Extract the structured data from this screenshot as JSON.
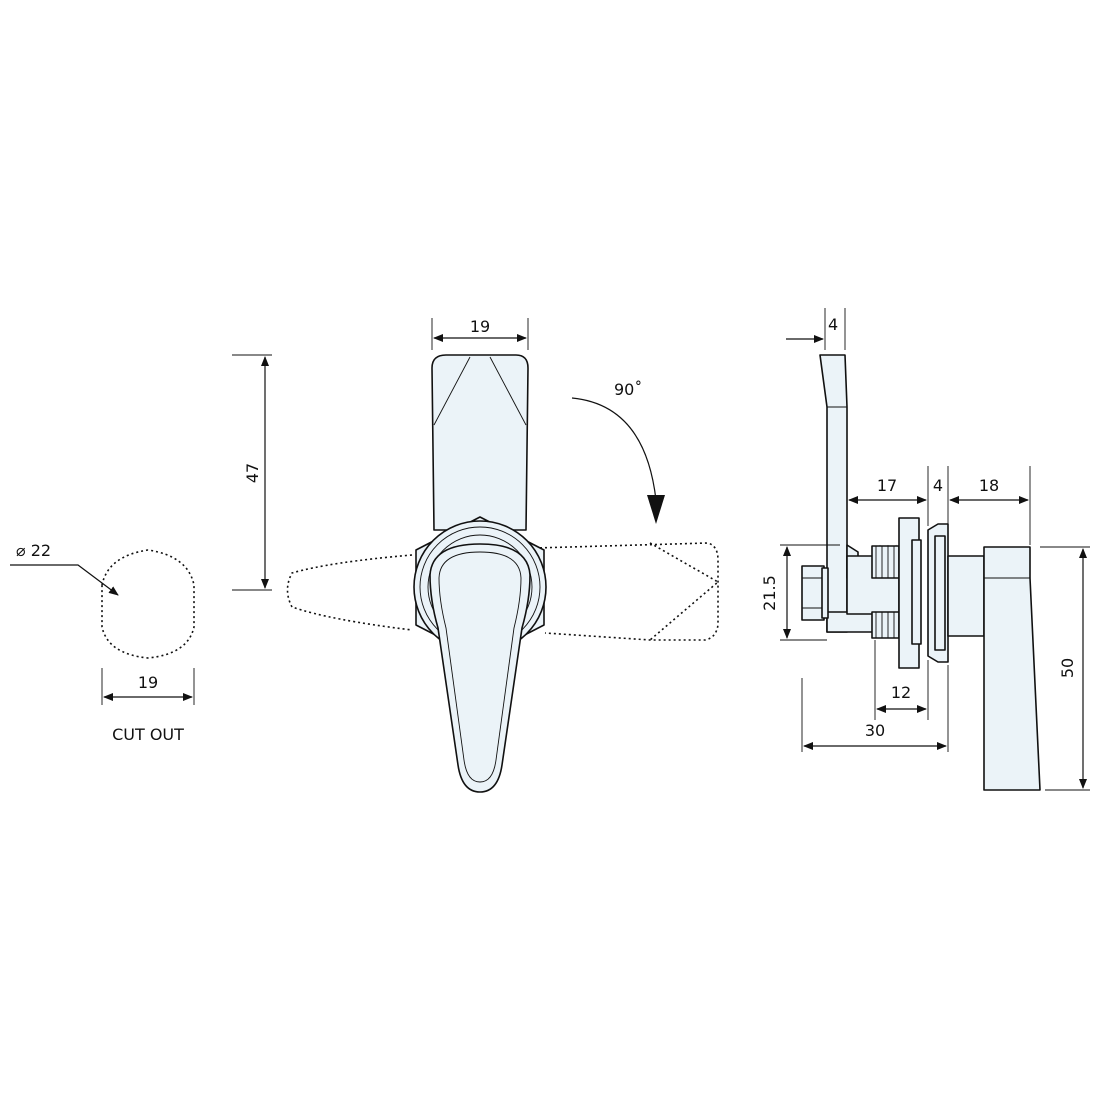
{
  "diagram": {
    "cutout": {
      "diameter_label": "⌀ 22",
      "width_label": "19",
      "caption": "CUT OUT"
    },
    "front_view": {
      "width_label": "19",
      "height_label": "47",
      "rotation_label": "90˚"
    },
    "side_view": {
      "handle_thickness_label": "4",
      "dim_17": "17",
      "dim_4": "4",
      "dim_18": "18",
      "dim_21_5": "21.5",
      "dim_12": "12",
      "dim_30": "30",
      "dim_50": "50"
    }
  }
}
